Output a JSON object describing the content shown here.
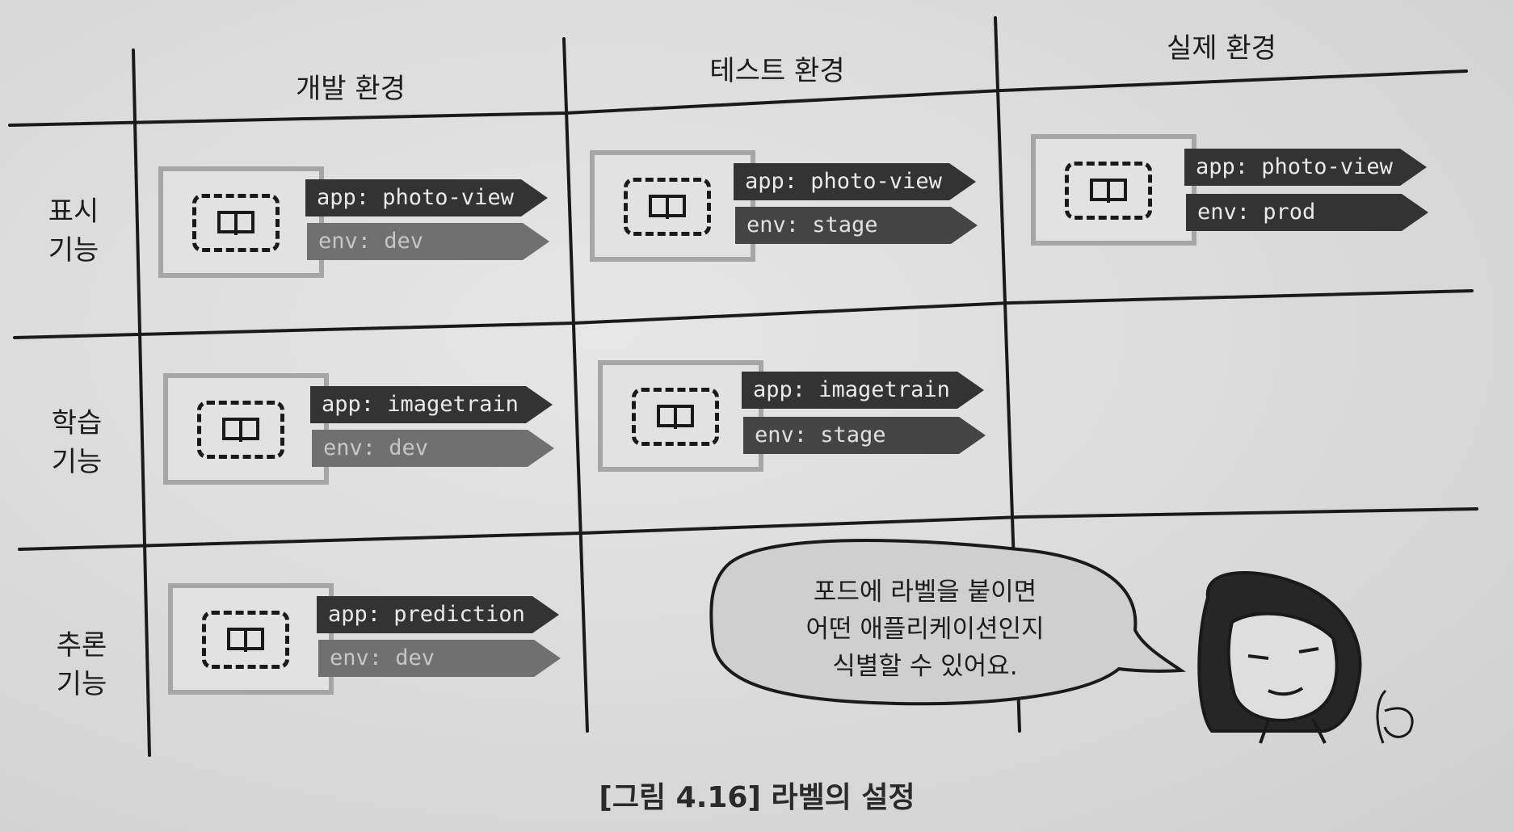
{
  "columns": [
    "개발 환경",
    "테스트 환경",
    "실제 환경"
  ],
  "rows": [
    {
      "label_line1": "표시",
      "label_line2": "기능"
    },
    {
      "label_line1": "학습",
      "label_line2": "기능"
    },
    {
      "label_line1": "추론",
      "label_line2": "기능"
    }
  ],
  "pods": {
    "display_dev": {
      "app": "app: photo-view",
      "env": "env: dev"
    },
    "display_stage": {
      "app": "app: photo-view",
      "env": "env: stage"
    },
    "display_prod": {
      "app": "app: photo-view",
      "env": "env: prod"
    },
    "train_dev": {
      "app": "app: imagetrain",
      "env": "env: dev"
    },
    "train_stage": {
      "app": "app: imagetrain",
      "env": "env: stage"
    },
    "infer_dev": {
      "app": "app: prediction",
      "env": "env: dev"
    }
  },
  "speech": {
    "line1": "포드에 라벨을 붙이면",
    "line2": "어떤 애플리케이션인지",
    "line3": "식별할 수 있어요."
  },
  "caption": "[그림 4.16] 라벨의 설정",
  "colors": {
    "tag_dark": "#333333",
    "tag_grey": "#707070",
    "frame": "#a6a6a6"
  }
}
